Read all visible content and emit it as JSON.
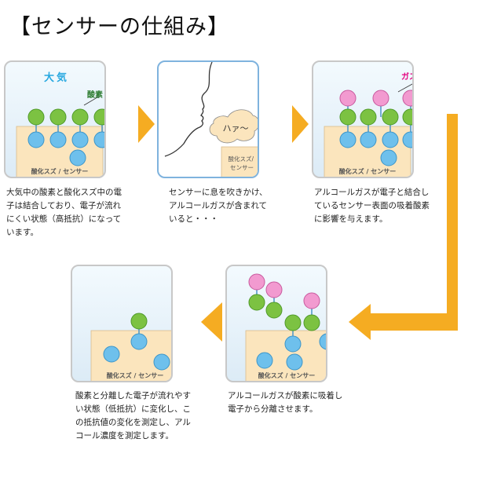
{
  "title": "【センサーの仕組み】",
  "steps": [
    {
      "sky_label": "大気",
      "oxygen_label": "酸素",
      "box_label": "酸化スズ / センサー",
      "caption": "大気中の酸素と酸化スズ中の電\n子は結合しており、電子が流れ\nにくい状態（高抵抗）になって\nいます。"
    },
    {
      "breath_label": "ハァ～",
      "box_label": "酸化スズ/\nセンサー",
      "caption": "センサーに息を吹きかけ、\nアルコールガスが含まれて\nいると・・・"
    },
    {
      "gas_label": "ガス",
      "box_label": "酸化スズ / センサー",
      "caption": "アルコールガスが電子と結合し\nているセンサー表面の吸着酸素\nに影響を与えます。"
    },
    {
      "box_label": "酸化スズ / センサー",
      "caption": "アルコールガスが酸素に吸着し\n電子から分離させます。"
    },
    {
      "box_label": "酸化スズ / センサー",
      "caption": "酸素と分離した電子が流れやす\nい状態（低抵抗）に変化し、こ\nの抵抗値の変化を測定し、アル\nコール濃度を測定します。"
    }
  ],
  "colors": {
    "arrow": "#f5ac22",
    "oxygen": "#7cc242",
    "electron": "#6ec0ec",
    "gas": "#f29ad0",
    "tin_oxide": "#fbe5bd",
    "sky_label": "#28a8e0",
    "gas_label": "#e4007f"
  }
}
